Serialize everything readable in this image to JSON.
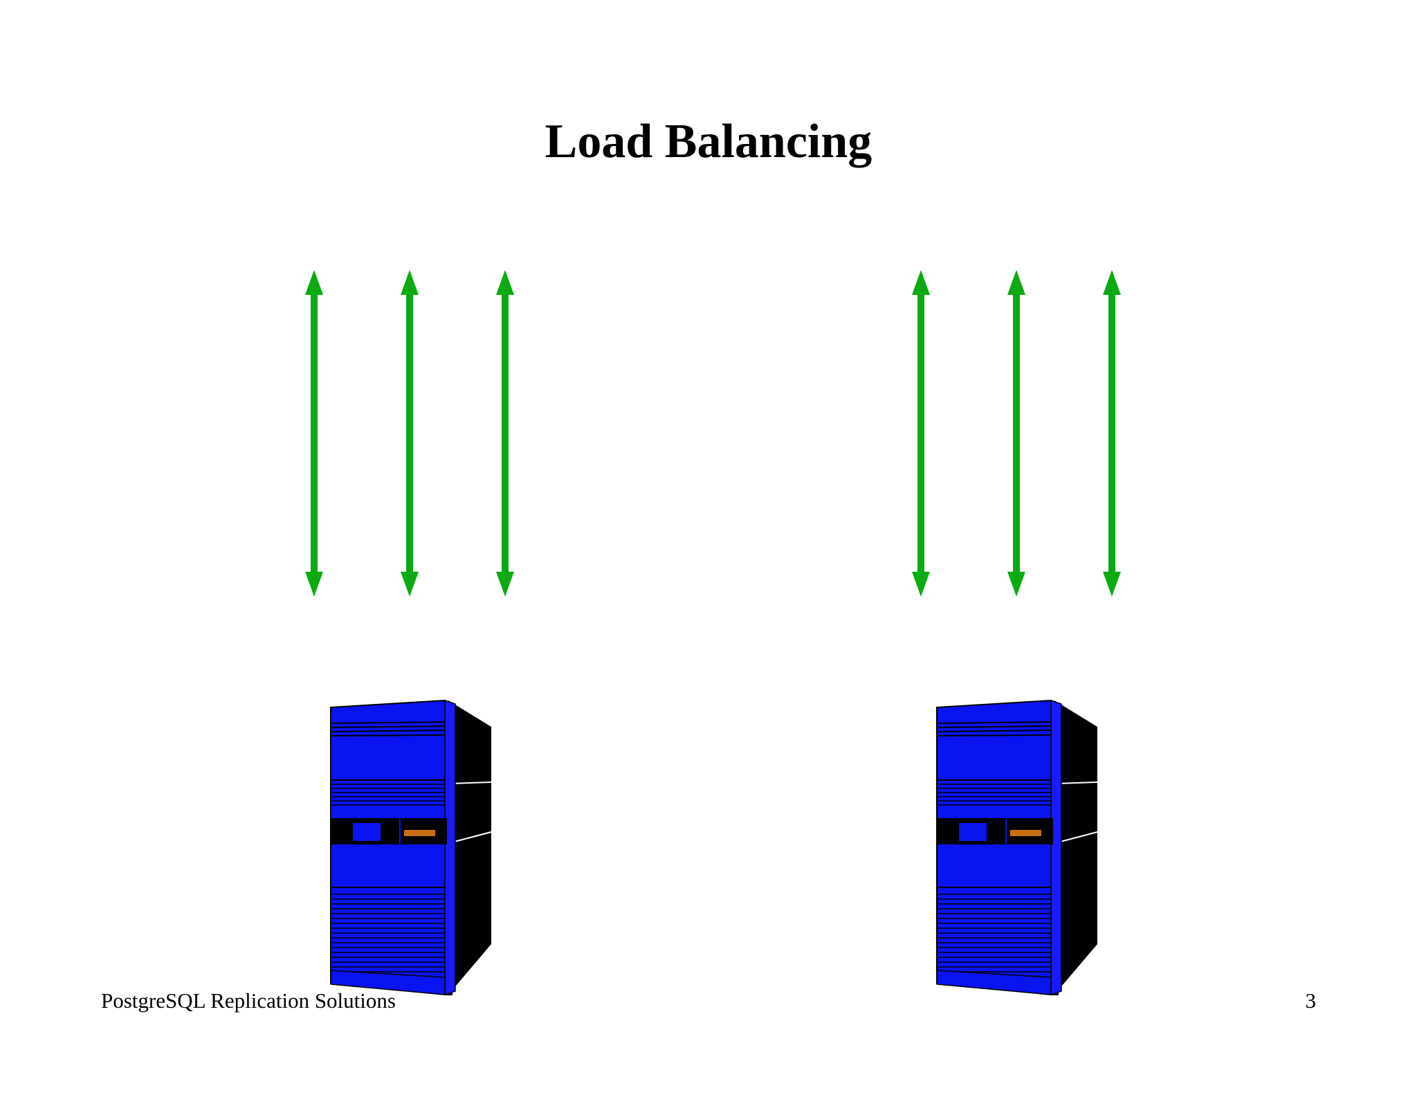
{
  "slide": {
    "title": "Load Balancing",
    "footer_text": "PostgreSQL Replication Solutions",
    "page_number": "3"
  },
  "colors": {
    "arrow": "#0aaa12",
    "server_blue": "#0a14f0",
    "server_dark": "#000000",
    "indicator": "#c8700f"
  },
  "icons": {
    "arrow": "double-headed-arrow-icon",
    "server": "server-tower-icon"
  }
}
